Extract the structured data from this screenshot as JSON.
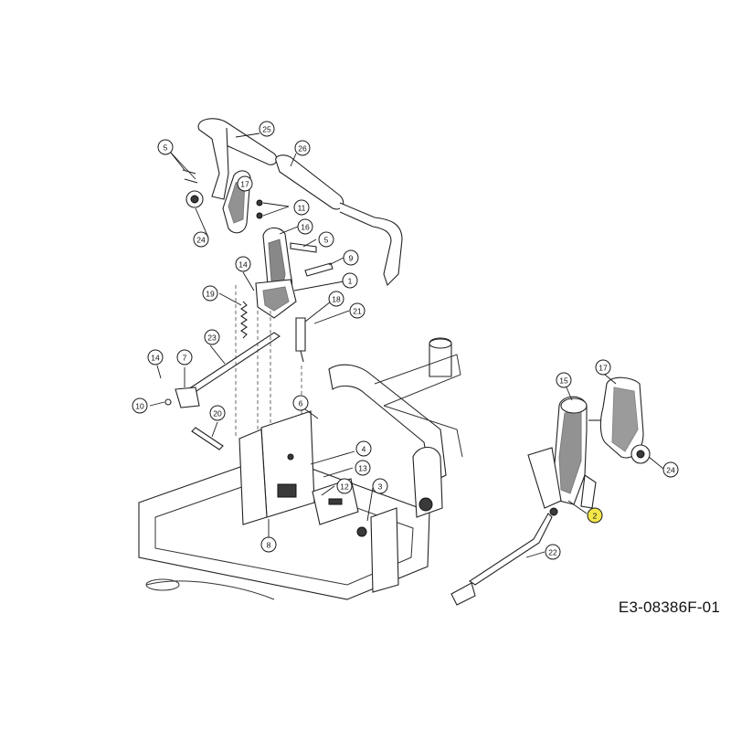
{
  "diagram": {
    "drawing_code": "E3-08386F-01",
    "callouts": [
      "25",
      "26",
      "5",
      "17",
      "11",
      "24",
      "16",
      "5",
      "9",
      "14",
      "19",
      "1",
      "18",
      "21",
      "23",
      "14",
      "7",
      "10",
      "6",
      "20",
      "4",
      "13",
      "12",
      "3",
      "8",
      "15",
      "17",
      "24",
      "2",
      "22"
    ],
    "highlighted_callout": "2",
    "colors": {
      "highlight": "#f2e64a",
      "line": "#1a1a1a",
      "background": "#ffffff"
    }
  }
}
